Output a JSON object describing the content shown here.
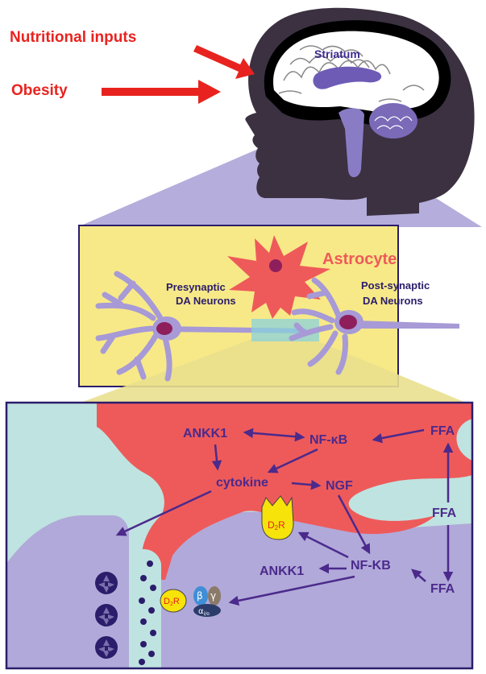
{
  "top": {
    "nutritional_inputs": "Nutritional inputs",
    "obesity": "Obesity",
    "striatum": "Striatum"
  },
  "middle": {
    "astrocyte": "Astrocyte",
    "presynaptic_line1": "Presynaptic",
    "presynaptic_line2": "DA Neurons",
    "postsynaptic_line1": "Post-synaptic",
    "postsynaptic_line2": "DA Neurons"
  },
  "bottom": {
    "ankk1_top": "ANKK1",
    "nfkb_top": "NF-κB",
    "ffa_top": "FFA",
    "cytokine": "cytokine",
    "ngf": "NGF",
    "ffa_mid": "FFA",
    "d2r_astro_d": "D",
    "d2r_astro_sub": "2",
    "d2r_astro_r": "R",
    "nfkb_bottom": "NF-ΚB",
    "ankk1_bottom": "ANKK1",
    "ffa_bottom": "FFA",
    "d2r_rec_d": "D",
    "d2r_rec_sub": "2",
    "d2r_rec_r": "R",
    "beta": "β",
    "gamma": "γ",
    "alpha_main": "α",
    "alpha_sub": "i/o"
  },
  "colors": {
    "red_text": "#e8231f",
    "arrow_purple": "#4b2a8c",
    "astro_red": "#ee5a5a",
    "panel_yellow": "#f7e987",
    "cyan_bg": "#bfe3e0",
    "lavender": "#b1a9d9",
    "neuron": "#a79ad6",
    "nucleus": "#8e1f5c"
  }
}
